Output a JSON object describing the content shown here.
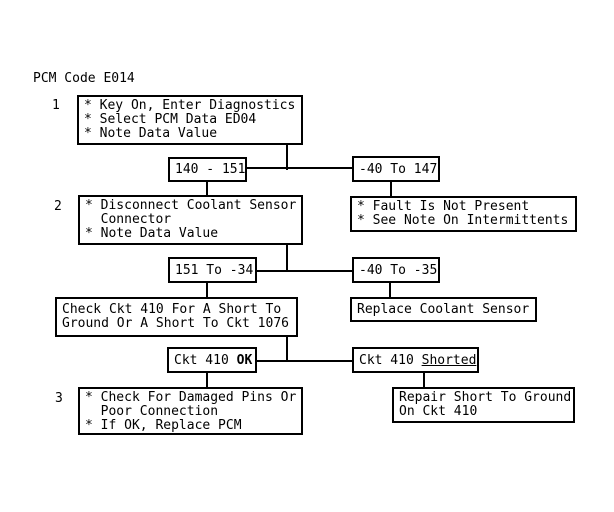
{
  "colors": {
    "foreground": "#000000",
    "background": "#ffffff"
  },
  "title": "PCM Code E014",
  "flowchart": {
    "step1": {
      "label": "1",
      "lines": [
        "* Key On, Enter Diagnostics",
        "* Select PCM Data ED04",
        "* Note Data Value"
      ]
    },
    "range_140_151": "140 - 151",
    "range_neg40_147": "-40 To 147",
    "step2": {
      "label": "2",
      "lines": [
        "* Disconnect Coolant Sensor",
        "  Connector",
        "* Note Data Value"
      ]
    },
    "fault_not_present": {
      "lines": [
        "* Fault Is Not Present",
        "* See Note On Intermittents"
      ]
    },
    "range_151_neg34": "151 To -34",
    "range_neg40_neg35": "-40 To -35",
    "check_ckt410": {
      "lines": [
        "Check Ckt 410 For A Short To",
        "Ground Or A Short To Ckt 1076"
      ]
    },
    "replace_sensor": "Replace Coolant Sensor",
    "ckt410_ok": {
      "prefix": "Ckt 410 ",
      "emphasis": "OK"
    },
    "ckt410_shorted": {
      "prefix": "Ckt 410 ",
      "emphasis": "Shorted"
    },
    "step3": {
      "label": "3",
      "lines": [
        "* Check For Damaged Pins Or",
        "  Poor Connection",
        "* If OK, Replace PCM"
      ]
    },
    "repair_short": {
      "lines": [
        "Repair Short To Ground",
        "On Ckt 410"
      ]
    }
  }
}
